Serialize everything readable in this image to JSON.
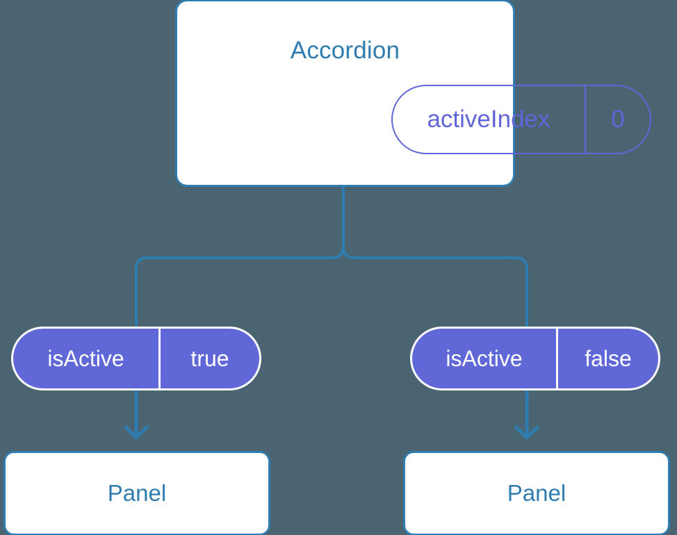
{
  "diagram": {
    "title": "Accordion component state diagram",
    "background_color": "#4a6571",
    "colors": {
      "background": "#4a6571",
      "card_surface": "#ffffff",
      "accent_blue": "#2f7cb0",
      "prop_purple": "#6065d8",
      "pill_fill": "#6067d6",
      "pill_text": "#ffffff"
    }
  },
  "root": {
    "name": "root-component-card",
    "title": "Accordion",
    "prop": {
      "key": "activeIndex",
      "value": "0"
    }
  },
  "branches": [
    {
      "side": "left",
      "prop": {
        "key": "isActive",
        "value": "true"
      },
      "panel": {
        "label": "Panel"
      }
    },
    {
      "side": "right",
      "prop": {
        "key": "isActive",
        "value": "false"
      },
      "panel": {
        "label": "Panel"
      }
    }
  ],
  "connectors": {
    "trunk_label": "root-to-branches",
    "arrow_left_label": "left-prop-to-panel",
    "arrow_right_label": "right-prop-to-panel"
  }
}
